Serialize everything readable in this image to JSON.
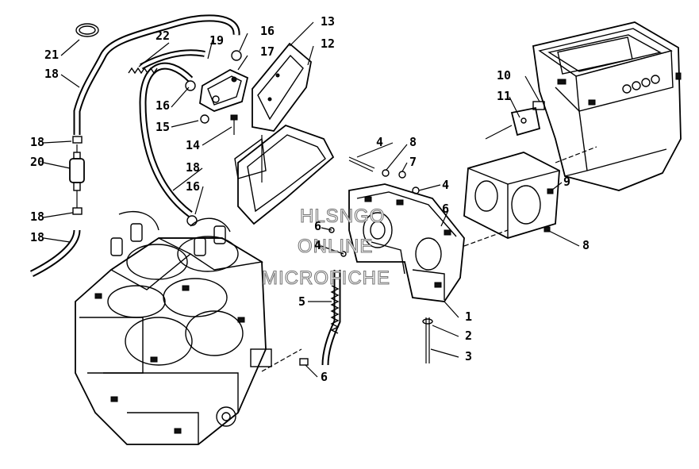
{
  "callouts": {
    "c1": "1",
    "c2": "2",
    "c3": "3",
    "c4a": "4",
    "c4b": "4",
    "c4c": "4",
    "c5": "5",
    "c6a": "6",
    "c6b": "6",
    "c6c": "6",
    "c7": "7",
    "c8a": "8",
    "c8b": "8",
    "c9": "9",
    "c10": "10",
    "c11": "11",
    "c12": "12",
    "c13": "13",
    "c14": "14",
    "c15": "15",
    "c16a": "16",
    "c16b": "16",
    "c16c": "16",
    "c17": "17",
    "c18a": "18",
    "c18b": "18",
    "c18c": "18",
    "c18d": "18",
    "c18e": "18",
    "c19": "19",
    "c20": "20",
    "c21": "21",
    "c22": "22"
  },
  "watermark": {
    "line1": "HLSNGO",
    "line2": "ONLINE",
    "line3": "MICROFICHE"
  }
}
